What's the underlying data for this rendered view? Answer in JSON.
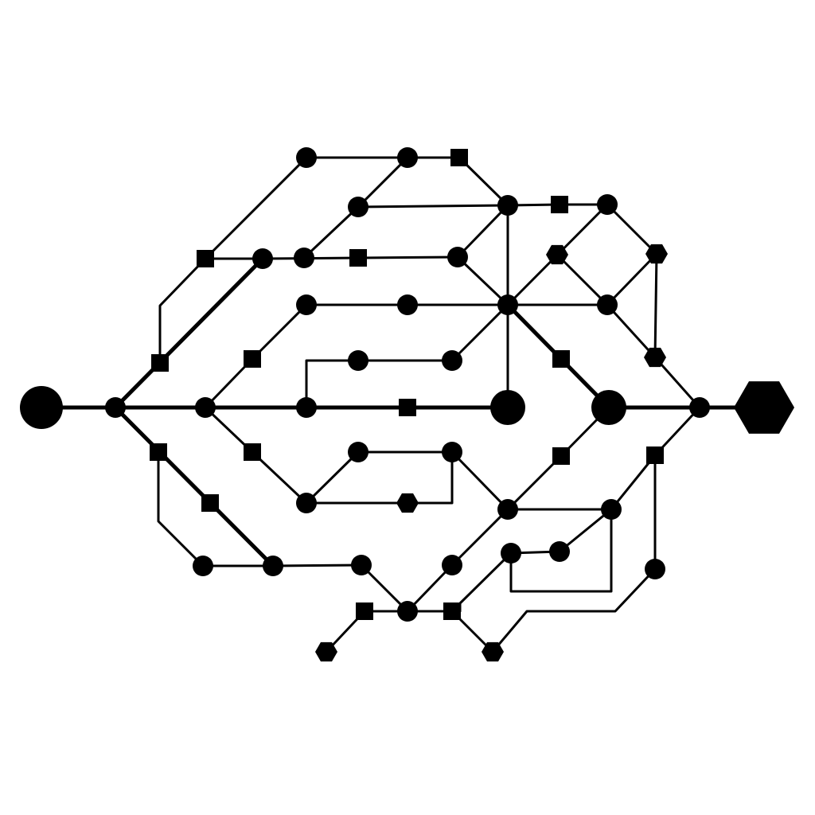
{
  "diagram": {
    "ink": "#000000",
    "background": "#ffffff",
    "node_shapes": [
      "circle",
      "square",
      "hexagon"
    ],
    "counts": {
      "nodes": 56,
      "edges": 91
    }
  }
}
